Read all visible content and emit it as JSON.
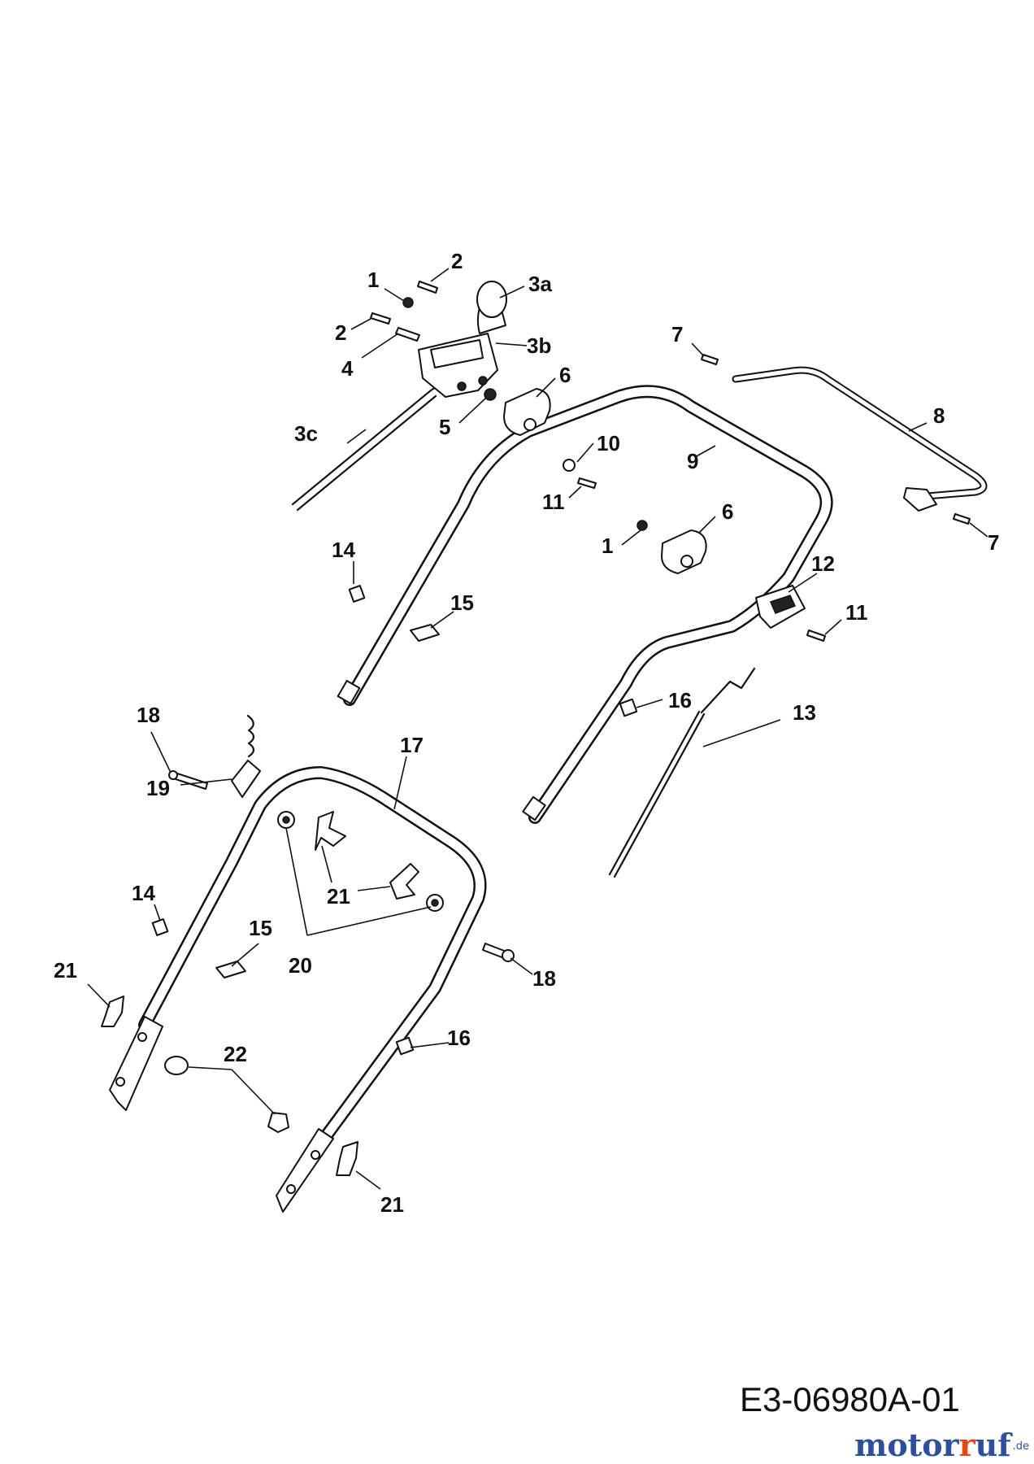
{
  "labels": {
    "l_1a": "1",
    "l_2a": "2",
    "l_3a": "3a",
    "l_2b": "2",
    "l_4": "4",
    "l_3b": "3b",
    "l_6a": "6",
    "l_5": "5",
    "l_3c": "3c",
    "l_7a": "7",
    "l_8": "8",
    "l_10": "10",
    "l_9": "9",
    "l_11a": "11",
    "l_6b": "6",
    "l_1b": "1",
    "l_7b": "7",
    "l_14a": "14",
    "l_15a": "15",
    "l_12": "12",
    "l_11b": "11",
    "l_16a": "16",
    "l_13": "13",
    "l_18a": "18",
    "l_17": "17",
    "l_19": "19",
    "l_21a": "21",
    "l_14b": "14",
    "l_15b": "15",
    "l_20": "20",
    "l_21b": "21",
    "l_18b": "18",
    "l_16b": "16",
    "l_22": "22",
    "l_21c": "21"
  },
  "drawing_code": "E3-06980A-01",
  "watermark": {
    "brand_a": "motor",
    "brand_b": "uf",
    "brand_r": "r",
    "tld": ".de"
  },
  "colors": {
    "line": "#111111",
    "background": "#ffffff",
    "logo_blue": "#2e4f9c",
    "logo_orange": "#e0491c"
  }
}
